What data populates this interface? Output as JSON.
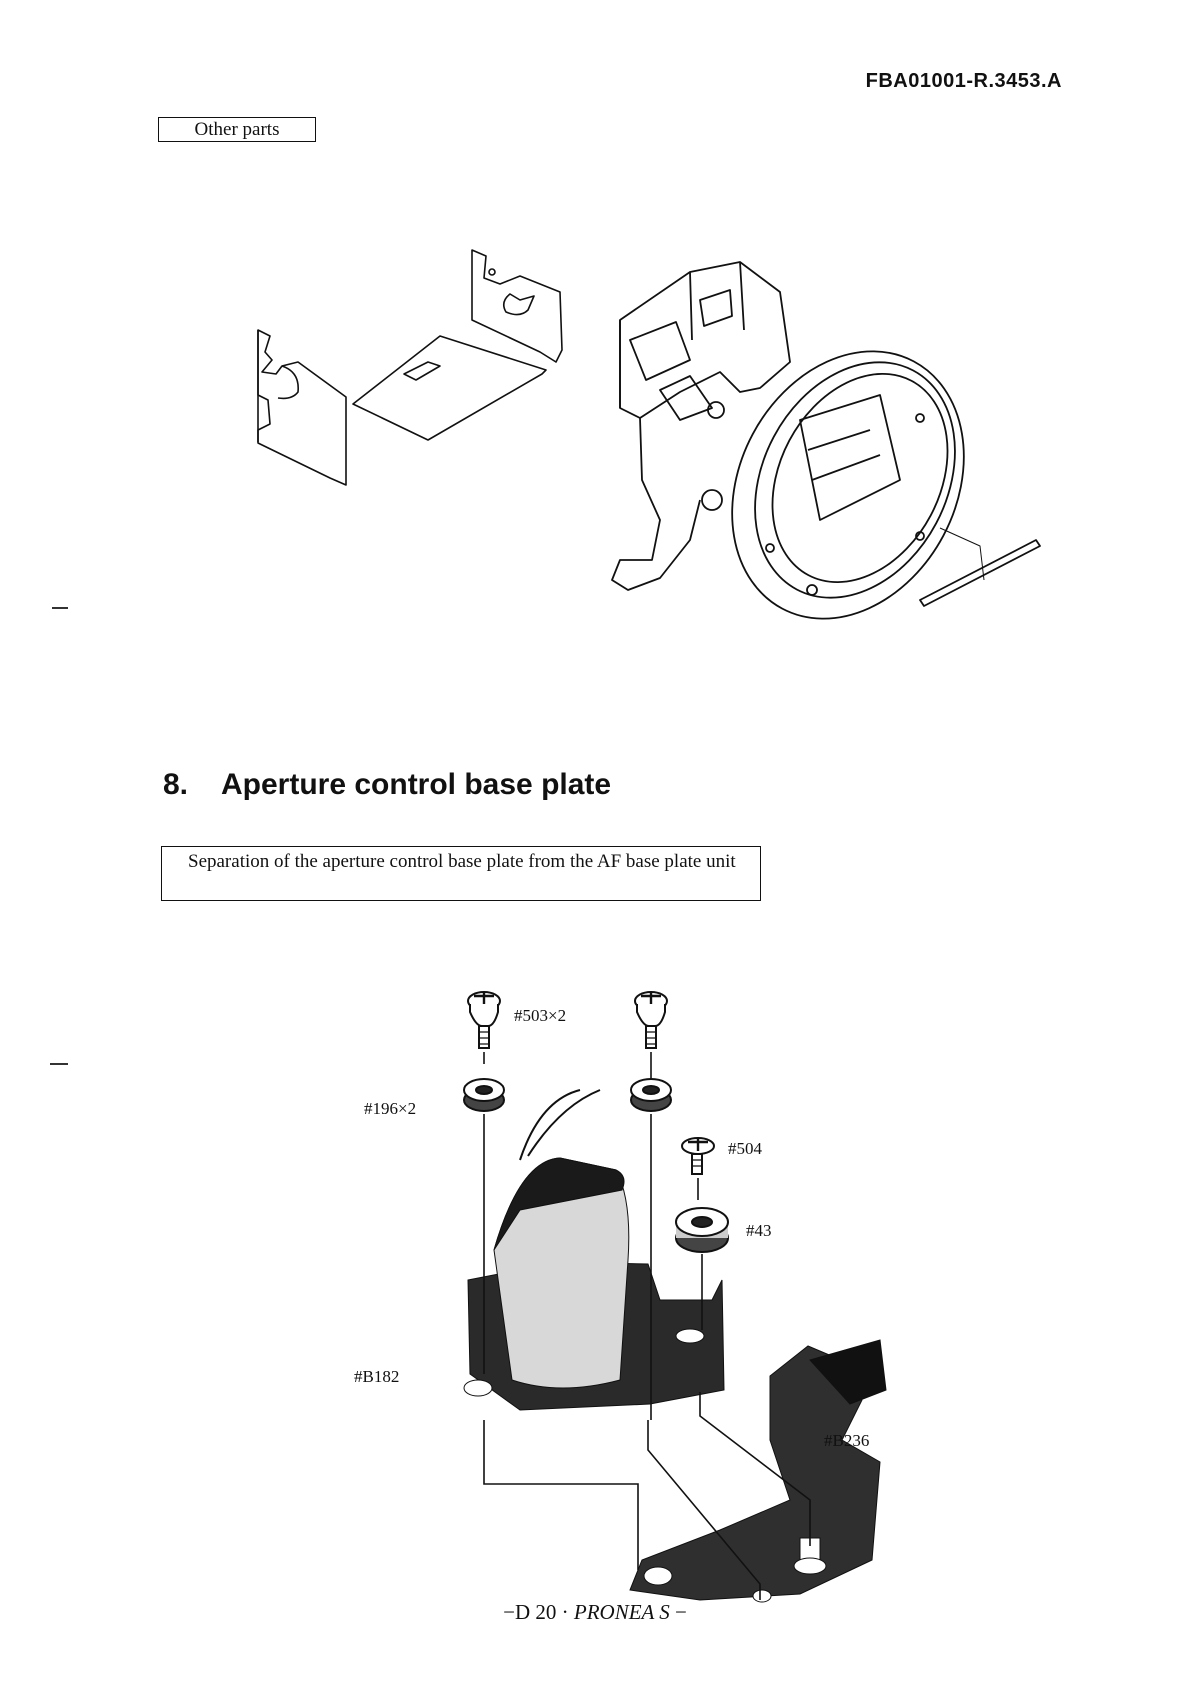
{
  "header": {
    "doc_code": "FBA01001-R.3453.A"
  },
  "other_parts": {
    "label": "Other parts"
  },
  "section": {
    "number": "8.",
    "title": "Aperture control base plate",
    "procedure": "Separation of the aperture control base plate from the AF base plate unit"
  },
  "callouts": {
    "screw_503": "#503×2",
    "washer_196": "#196×2",
    "screw_504": "#504",
    "washer_43": "#43",
    "part_b182": "#B182",
    "part_b236": "#B236"
  },
  "footer": {
    "page": "−D 20 ·",
    "model": "PRONEA S",
    "end": "−"
  }
}
